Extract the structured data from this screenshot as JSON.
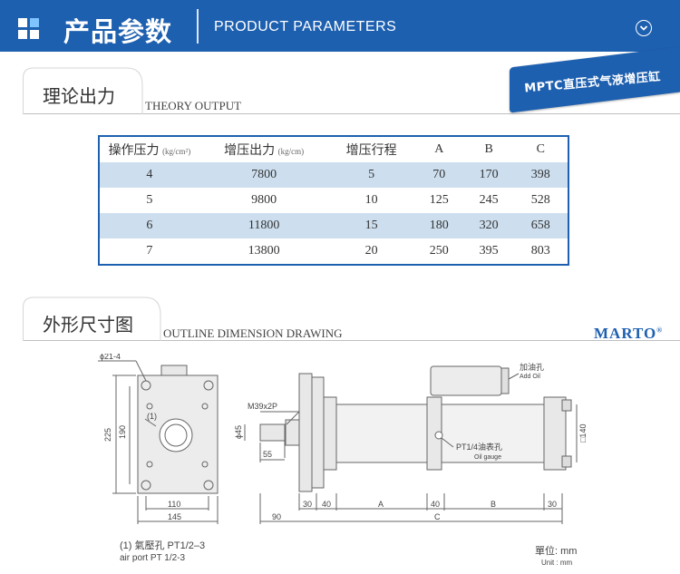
{
  "header": {
    "title_cn": "产品参数",
    "title_en": "PRODUCT PARAMETERS"
  },
  "theory": {
    "title_cn": "理论出力",
    "title_en": "THEORY OUTPUT",
    "badge": "MPTC直压式气液增压缸"
  },
  "table": {
    "headers": [
      {
        "label": "操作压力",
        "unit": "(kg/cm²)"
      },
      {
        "label": "增压出力",
        "unit": "(kg/cm)"
      },
      {
        "label": "增压行程",
        "unit": ""
      },
      {
        "label": "A",
        "unit": ""
      },
      {
        "label": "B",
        "unit": ""
      },
      {
        "label": "C",
        "unit": ""
      }
    ],
    "rows": [
      [
        "4",
        "7800",
        "5",
        "70",
        "170",
        "398"
      ],
      [
        "5",
        "9800",
        "10",
        "125",
        "245",
        "528"
      ],
      [
        "6",
        "11800",
        "15",
        "180",
        "320",
        "658"
      ],
      [
        "7",
        "13800",
        "20",
        "250",
        "395",
        "803"
      ]
    ]
  },
  "outline": {
    "title_cn": "外形尺寸图",
    "title_en": "OUTLINE DIMENSION DRAWING",
    "brand": "MARTO",
    "brand_mark": "®"
  },
  "drawing": {
    "dim_phi21": "ϕ21-4",
    "dim_225": "225",
    "dim_190": "190",
    "port_marker": "(1)",
    "dim_110": "110",
    "dim_145": "145",
    "air_port_cn": "(1) 氣壓孔 PT1/2–3",
    "air_port_en": "air port PT 1/2-3",
    "thread": "M39x2P",
    "dim_phi45": "ϕ45",
    "dim_55": "55",
    "oil_add_cn": "加油孔",
    "oil_add_en": "Add Oil",
    "oil_gauge_cn": "PT1/4油表孔",
    "oil_gauge_en": "Oil gauge",
    "dim_140": "□140",
    "dim_30a": "30",
    "dim_40a": "40",
    "dim_A": "A",
    "dim_40b": "40",
    "dim_B": "B",
    "dim_30b": "30",
    "dim_90": "90",
    "dim_C": "C",
    "unit_cn": "單位: mm",
    "unit_en": "Unit : mm"
  }
}
